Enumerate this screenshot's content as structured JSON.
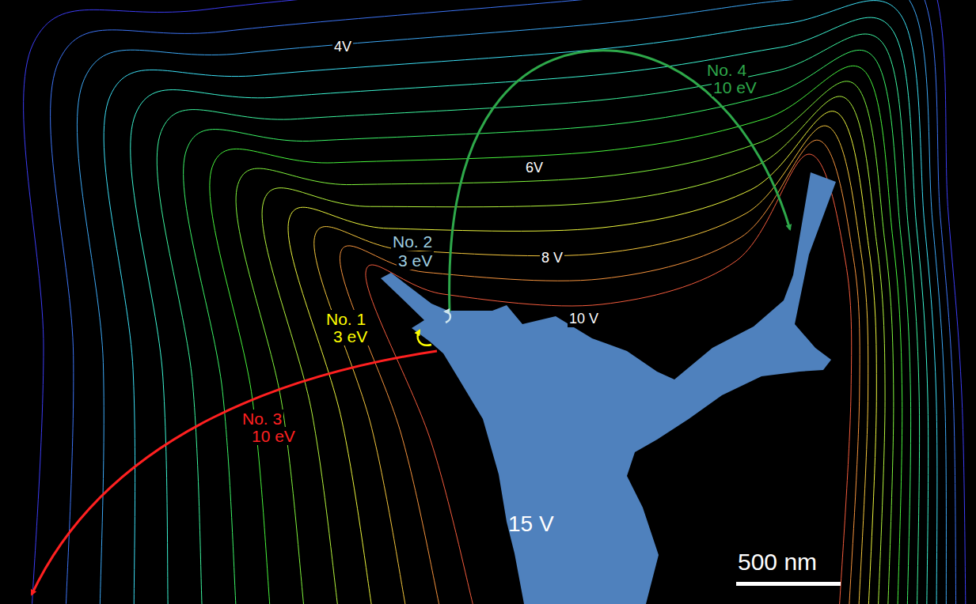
{
  "diagram": {
    "nodes": [
      {
        "text": [
          "15 V"
        ]
      }
    ],
    "labels": [
      "4V",
      "6V",
      "8 V",
      "10 V",
      "No. 1",
      "3 eV",
      "No. 2",
      "3 eV",
      "No. 3",
      "10 eV",
      "No. 4",
      "10 eV",
      "500 nm"
    ]
  }
}
